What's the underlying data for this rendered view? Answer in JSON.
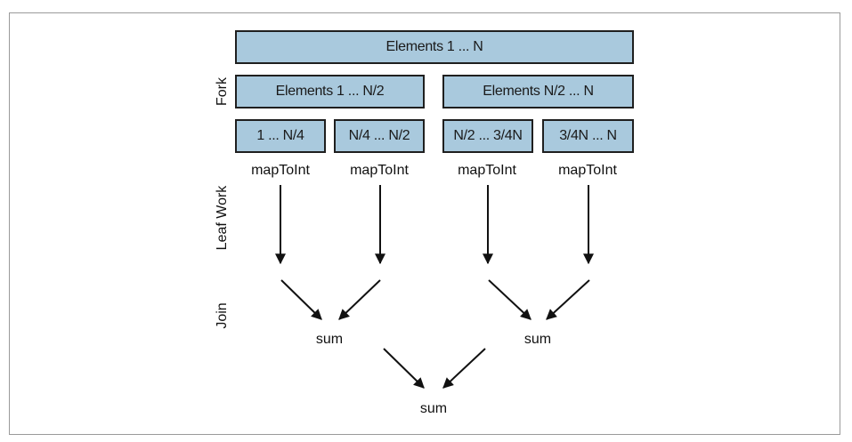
{
  "phases": {
    "fork": "Fork",
    "leaf": "Leaf Work",
    "join": "Join"
  },
  "boxes": {
    "all": "Elements 1 ... N",
    "left_half": "Elements 1 ... N/2",
    "right_half": "Elements N/2 ... N",
    "q1": "1 ... N/4",
    "q2": "N/4 ... N/2",
    "q3": "N/2 ... 3/4N",
    "q4": "3/4N ... N"
  },
  "operations": {
    "map1": "mapToInt",
    "map2": "mapToInt",
    "map3": "mapToInt",
    "map4": "mapToInt",
    "sum_left": "sum",
    "sum_right": "sum",
    "sum_total": "sum"
  }
}
